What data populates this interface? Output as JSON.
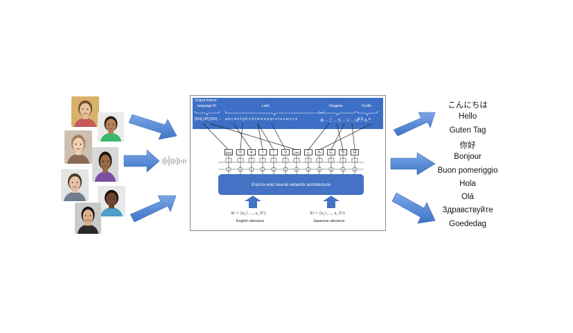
{
  "diagram": {
    "output_tokens_label": "Output tokens:",
    "groups": [
      "language ID",
      "Latin",
      "hiragana",
      "Cyrillic"
    ],
    "token_row": {
      "lang": "[EN] [JP] [FR] ...",
      "latin": "a b c d e f g h i j k l m n o p q r s t u v w x y z",
      "hira": "あ ... こ ... ち ... に ... は ... ん",
      "cyr": "А Б ... я"
    },
    "input_tokens": [
      "[EN]",
      "h",
      "e",
      "l",
      "l",
      "o",
      "[JP]",
      "こ",
      "ん",
      "に",
      "ち",
      "は"
    ],
    "network_label": "End-to-end neural network architecture",
    "utterances": [
      {
        "formula": "X¹ = {x₁¹, ..., x_T¹}",
        "label": "English utterance"
      },
      {
        "formula": "X² = {x₁², ..., x_T²}",
        "label": "Japanese utterance"
      }
    ]
  },
  "greetings": [
    "こんにちは",
    "Hello",
    "Guten Tag",
    "你好",
    "Bonjour",
    "Buon pomeriggio",
    "Hola",
    "Olá",
    "Здравствуйте",
    "Goededag"
  ],
  "faces": [
    {
      "skin": "#e9c2a0",
      "hair": "#6b4a2e",
      "bg": "#d9b26a",
      "shirt": "#c45a5a"
    },
    {
      "skin": "#b9825a",
      "hair": "#2a1a10",
      "bg": "#eaeaea",
      "shirt": "#3bb86d"
    },
    {
      "skin": "#f0cfb4",
      "hair": "#a57a55",
      "bg": "#cdbfb2",
      "shirt": "#8a6a55"
    },
    {
      "skin": "#9b6a48",
      "hair": "#1e140d",
      "bg": "#d8d8d8",
      "shirt": "#7a4fa0"
    },
    {
      "skin": "#e8c2a3",
      "hair": "#4a3a2a",
      "bg": "#e4e4e4",
      "shirt": "#6f7f8f"
    },
    {
      "skin": "#6d4530",
      "hair": "#1a120c",
      "bg": "#e8e8e8",
      "shirt": "#4d9fc8"
    },
    {
      "skin": "#dcb38a",
      "hair": "#141010",
      "bg": "#c9c9c9",
      "shirt": "#2a2a2a"
    }
  ],
  "colors": {
    "blue": "#4472c4",
    "arrow": "#5b8fd6",
    "band": "#3d6fc6"
  }
}
